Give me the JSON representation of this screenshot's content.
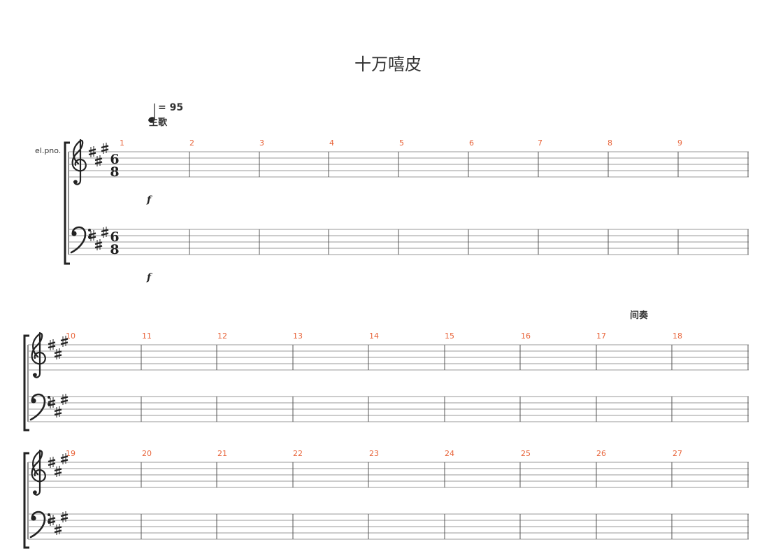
{
  "title": "十万嘻皮",
  "tempo": {
    "text": "= 95"
  },
  "rehearsal_marks": [
    {
      "label": "主歌"
    },
    {
      "label": "间奏"
    }
  ],
  "instrument": "el.pno.",
  "key_signature": "A major (3 sharps)",
  "time_signature": {
    "numerator": "6",
    "denominator": "8"
  },
  "dynamics": [
    "f",
    "f"
  ],
  "systems": [
    {
      "measures": [
        "1",
        "2",
        "3",
        "4",
        "5",
        "6",
        "7",
        "8",
        "9"
      ]
    },
    {
      "measures": [
        "10",
        "11",
        "12",
        "13",
        "14",
        "15",
        "16",
        "17",
        "18"
      ]
    },
    {
      "measures": [
        "19",
        "20",
        "21",
        "22",
        "23",
        "24",
        "25",
        "26",
        "27"
      ]
    }
  ]
}
